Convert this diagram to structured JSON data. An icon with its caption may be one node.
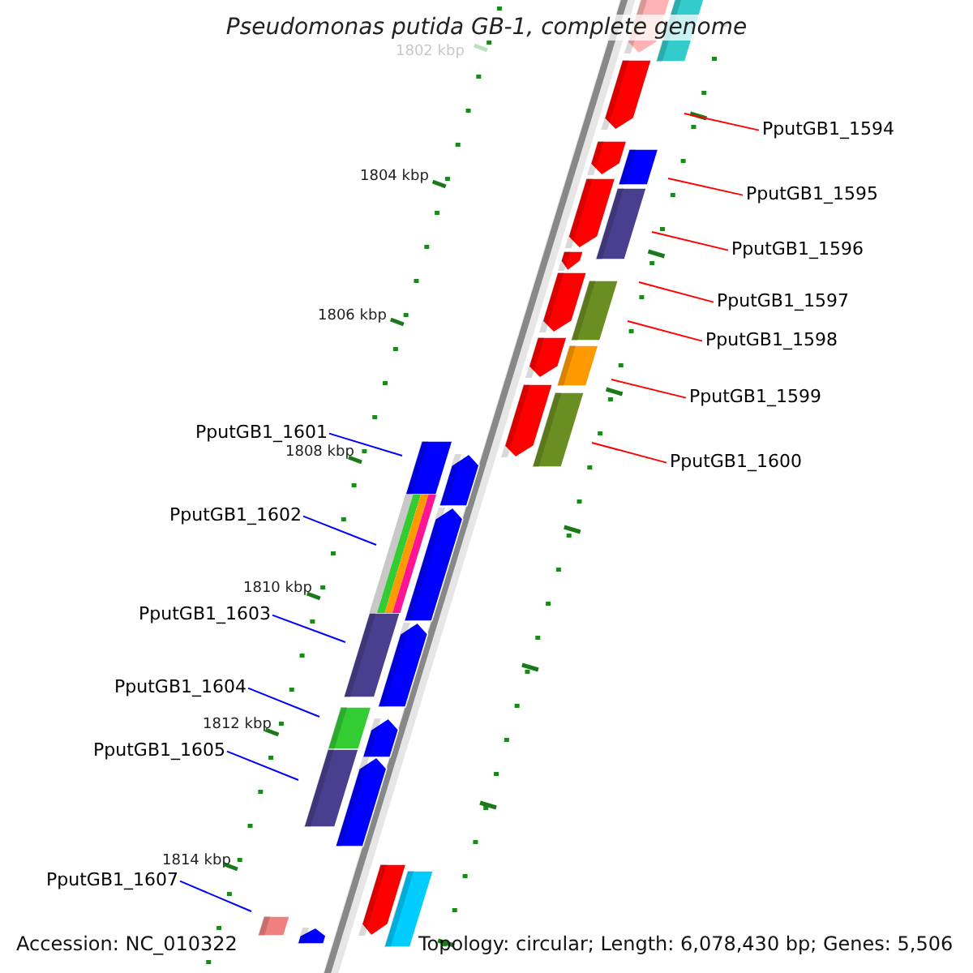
{
  "diagram": {
    "title": "Pseudomonas putida GB-1, complete genome",
    "nodes": [
      {
        "text": [
          "PputGB1_1594"
        ]
      },
      {
        "text": [
          "PputGB1_1595"
        ]
      },
      {
        "text": [
          "PputGB1_1596"
        ]
      },
      {
        "text": [
          "PputGB1_1597"
        ]
      },
      {
        "text": [
          "PputGB1_1598"
        ]
      },
      {
        "text": [
          "PputGB1_1599"
        ]
      },
      {
        "text": [
          "PputGB1_1600"
        ]
      },
      {
        "text": [
          "PputGB1_1601"
        ]
      },
      {
        "text": [
          "PputGB1_1602"
        ]
      },
      {
        "text": [
          "PputGB1_1603"
        ]
      },
      {
        "text": [
          "PputGB1_1604"
        ]
      },
      {
        "text": [
          "PputGB1_1605"
        ]
      },
      {
        "text": [
          "PputGB1_1607"
        ]
      }
    ],
    "edges": [
      {
        "from": 0,
        "to": null,
        "arrow": "none",
        "color": "#ff0000"
      },
      {
        "from": 1,
        "to": null,
        "arrow": "none",
        "color": "#ff0000"
      },
      {
        "from": 2,
        "to": null,
        "arrow": "none",
        "color": "#ff0000"
      },
      {
        "from": 3,
        "to": null,
        "arrow": "none",
        "color": "#ff0000"
      },
      {
        "from": 4,
        "to": null,
        "arrow": "none",
        "color": "#ff0000"
      },
      {
        "from": 5,
        "to": null,
        "arrow": "none",
        "color": "#ff0000"
      },
      {
        "from": 6,
        "to": null,
        "arrow": "none",
        "color": "#ff0000"
      },
      {
        "from": 7,
        "to": null,
        "arrow": "none",
        "color": "#0000ff"
      },
      {
        "from": 8,
        "to": null,
        "arrow": "none",
        "color": "#0000ff"
      },
      {
        "from": 9,
        "to": null,
        "arrow": "none",
        "color": "#0000ff"
      },
      {
        "from": 10,
        "to": null,
        "arrow": "none",
        "color": "#0000ff"
      },
      {
        "from": 11,
        "to": null,
        "arrow": "none",
        "color": "#0000ff"
      },
      {
        "from": 12,
        "to": null,
        "arrow": "none",
        "color": "#0000ff"
      }
    ],
    "labels": [
      "1802 kbp",
      "1804 kbp",
      "1806 kbp",
      "1808 kbp",
      "1810 kbp",
      "1812 kbp",
      "1814 kbp",
      "Accession: NC_010322",
      "Topology: circular; Length: 6,078,430 bp; Genes: 5,506"
    ]
  }
}
